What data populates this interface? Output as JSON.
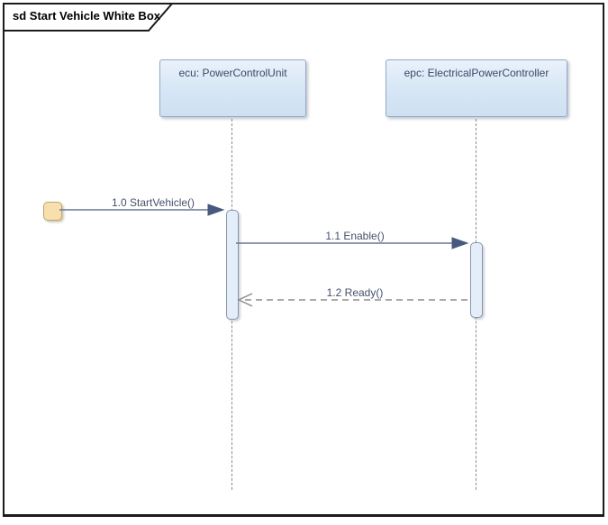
{
  "diagram": {
    "title": "sd Start Vehicle White Box",
    "type": "uml-sequence-diagram",
    "lifelines": [
      {
        "id": "ecu",
        "label": "ecu: PowerControlUnit"
      },
      {
        "id": "epc",
        "label": "epc: ElectricalPowerController"
      }
    ],
    "messages": [
      {
        "seq": "1.0",
        "label": "1.0 StartVehicle()",
        "from": "start",
        "to": "ecu",
        "kind": "synchronous"
      },
      {
        "seq": "1.1",
        "label": "1.1 Enable()",
        "from": "ecu",
        "to": "epc",
        "kind": "synchronous"
      },
      {
        "seq": "1.2",
        "label": "1.2 Ready()",
        "from": "epc",
        "to": "ecu",
        "kind": "return"
      }
    ],
    "colors": {
      "lifeline_head_fill": "#d9e7f6",
      "lifeline_head_border": "#93a9c7",
      "lifeline_head_text": "#3b4a66",
      "activation_fill": "#e4eefb",
      "activation_border": "#8a96a8",
      "message_line": "#68779a",
      "message_arrowhead": "#47597f",
      "return_line": "#8c8c8c",
      "start_element_fill": "#f7e0ae",
      "start_element_border": "#c2a36b",
      "frame_border": "#1c1c1c"
    }
  }
}
